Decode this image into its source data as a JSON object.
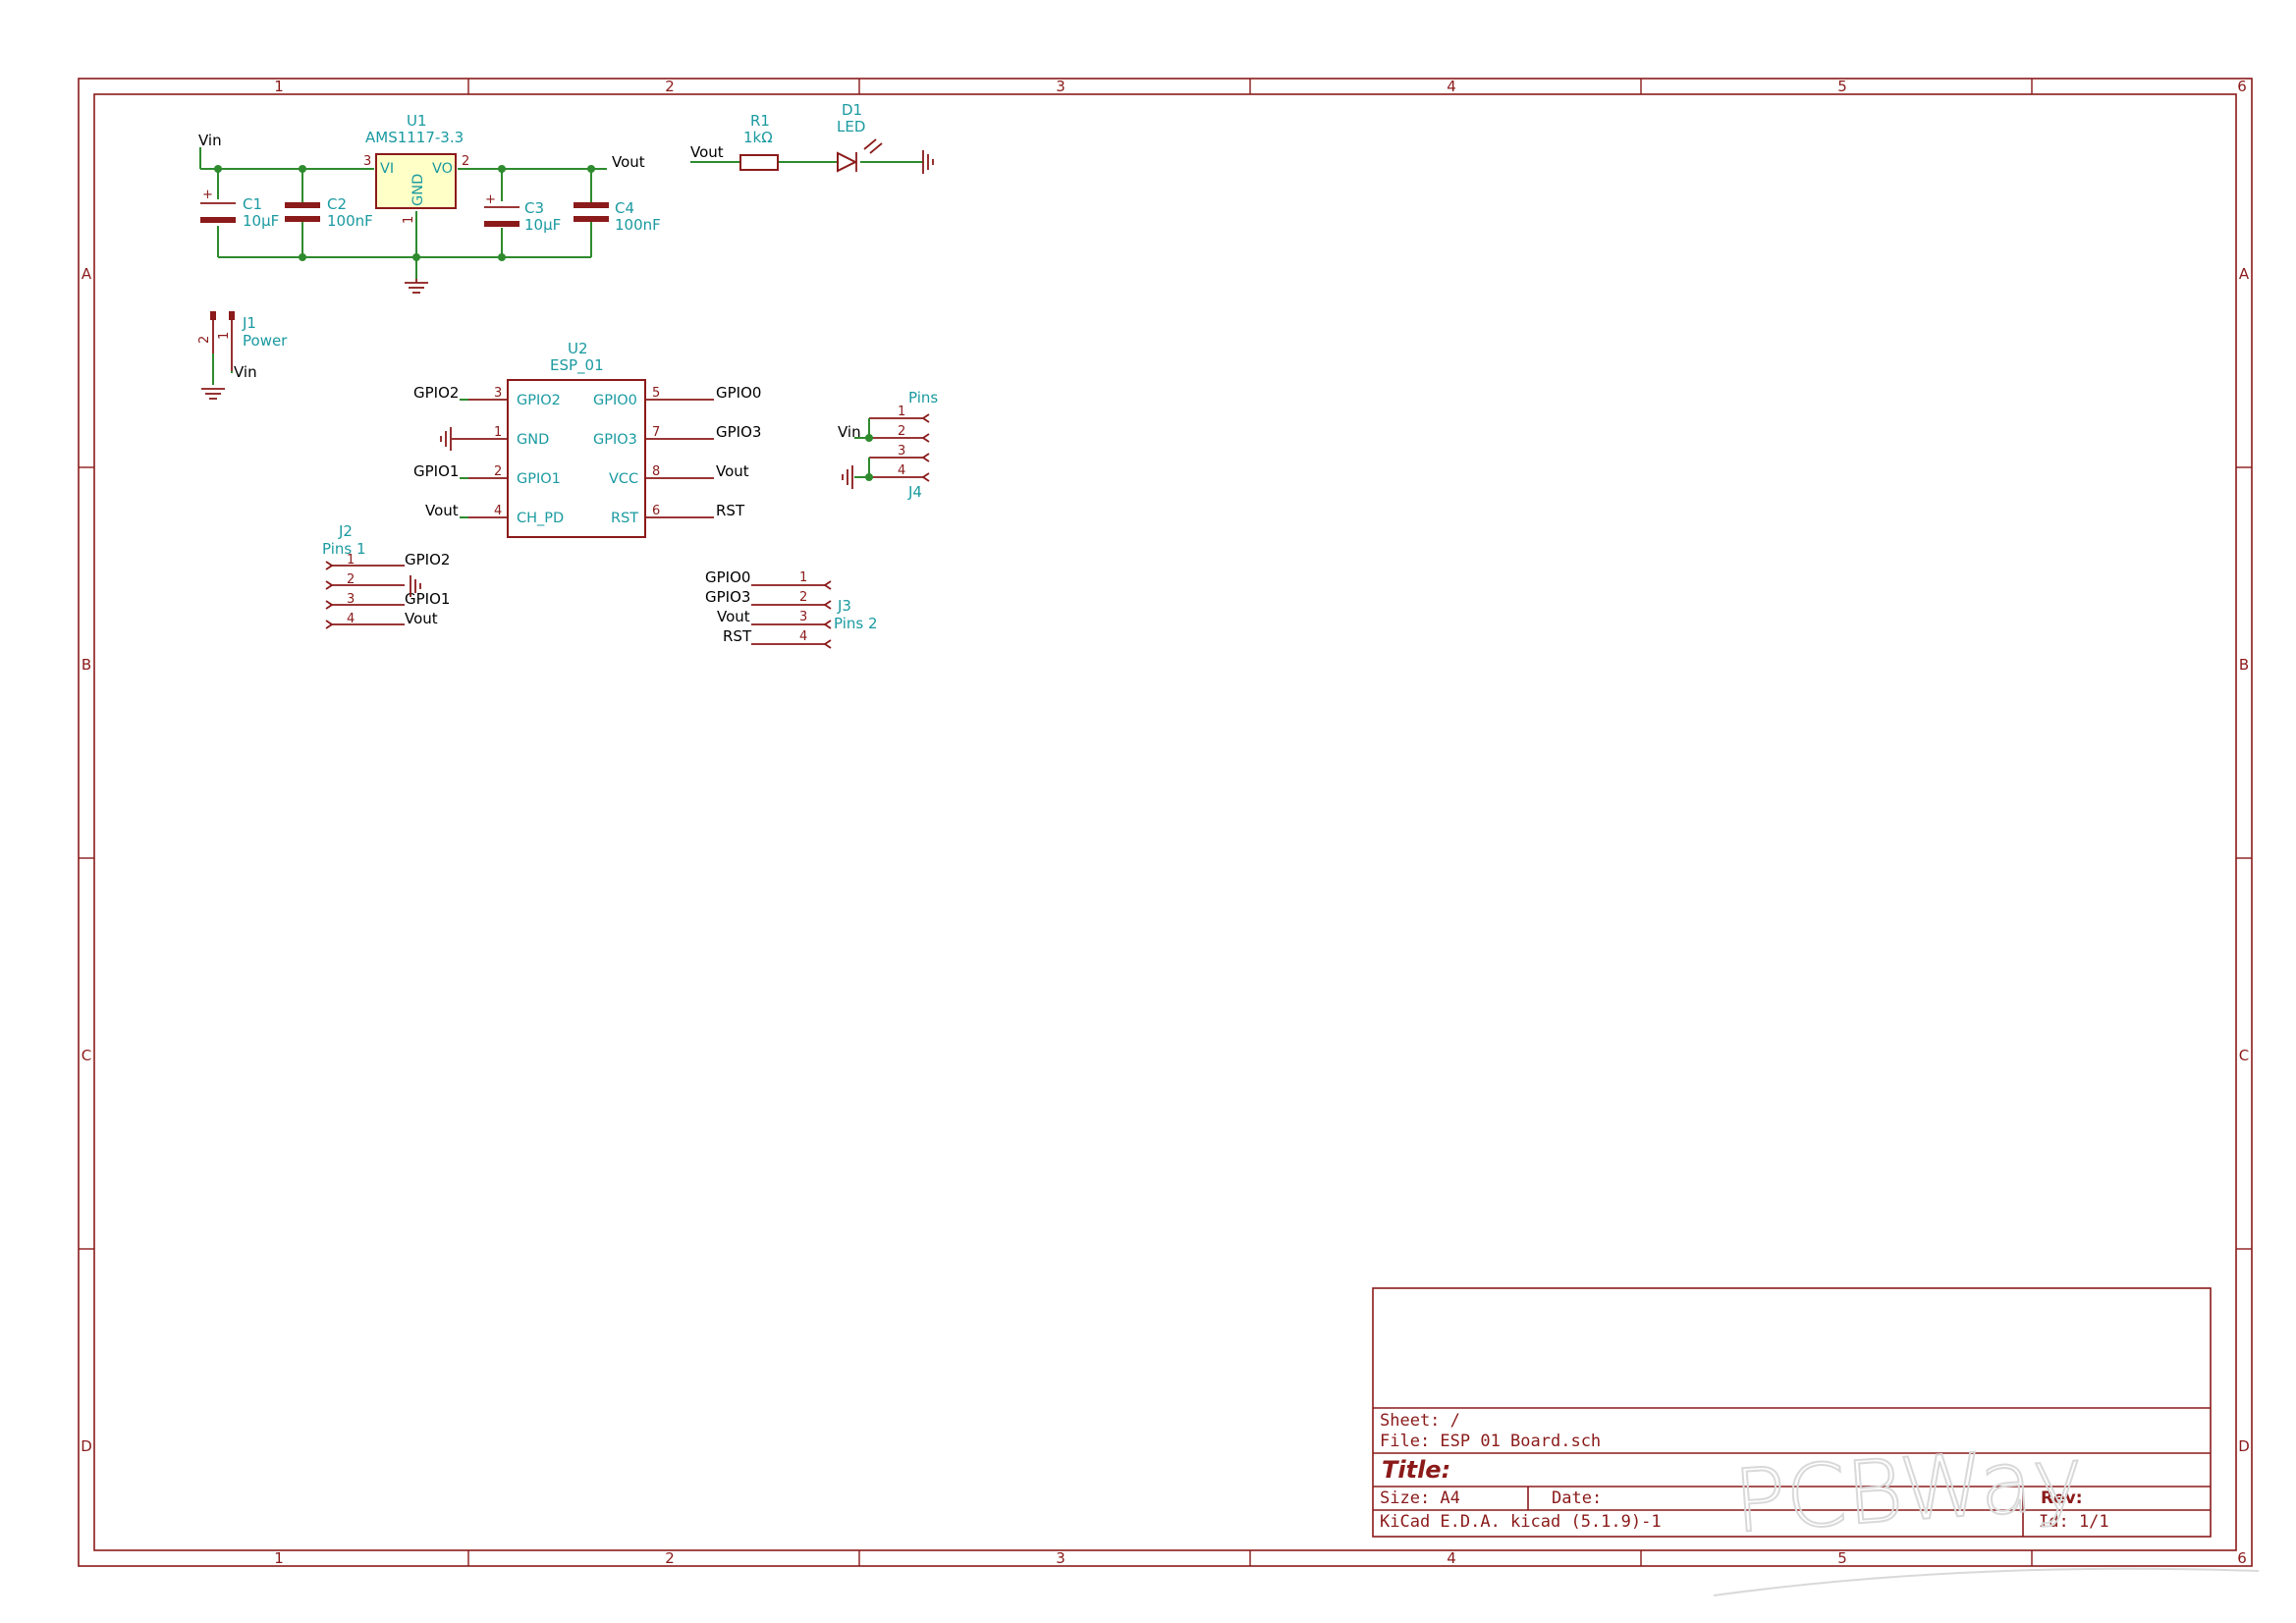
{
  "frame": {
    "columns": [
      "1",
      "2",
      "3",
      "4",
      "5",
      "6"
    ],
    "rows": [
      "A",
      "B",
      "C",
      "D"
    ]
  },
  "colors": {
    "frame": "#8b1a1a",
    "wire": "#2e8b2e",
    "reference": "#1a9aa0",
    "net_label": "#000000",
    "ic_fill": "#ffffc8"
  },
  "regulator": {
    "ref": "U1",
    "value": "AMS1117-3.3",
    "pins": {
      "vi": "VI",
      "vo": "VO",
      "gnd": "GND",
      "n_vi": "3",
      "n_vo": "2",
      "n_gnd": "1"
    }
  },
  "caps": [
    {
      "ref": "C1",
      "value": "10µF"
    },
    {
      "ref": "C2",
      "value": "100nF"
    },
    {
      "ref": "C3",
      "value": "10µF"
    },
    {
      "ref": "C4",
      "value": "100nF"
    }
  ],
  "nets": {
    "vin": "Vin",
    "vout": "Vout"
  },
  "led_branch": {
    "net": "Vout",
    "resistor": {
      "ref": "R1",
      "value": "1kΩ"
    },
    "diode": {
      "ref": "D1",
      "value": "LED"
    }
  },
  "j1": {
    "ref": "J1",
    "value": "Power",
    "pin1": "1",
    "pin2": "2",
    "net": "Vin"
  },
  "esp": {
    "ref": "U2",
    "value": "ESP_01",
    "left_pins": [
      {
        "net": "GPIO2",
        "num": "3",
        "name": "GPIO2"
      },
      {
        "net": "",
        "num": "1",
        "name": "GND"
      },
      {
        "net": "GPIO1",
        "num": "2",
        "name": "GPIO1"
      },
      {
        "net": "Vout",
        "num": "4",
        "name": "CH_PD"
      }
    ],
    "right_pins": [
      {
        "net": "GPIO0",
        "num": "5",
        "name": "GPIO0"
      },
      {
        "net": "GPIO3",
        "num": "7",
        "name": "GPIO3"
      },
      {
        "net": "Vout",
        "num": "8",
        "name": "VCC"
      },
      {
        "net": "RST",
        "num": "6",
        "name": "RST"
      }
    ]
  },
  "j2": {
    "ref": "J2",
    "value": "Pins 1",
    "pins": [
      {
        "num": "1",
        "net": "GPIO2"
      },
      {
        "num": "2",
        "net": ""
      },
      {
        "num": "3",
        "net": "GPIO1"
      },
      {
        "num": "4",
        "net": "Vout"
      }
    ]
  },
  "j3": {
    "ref": "J3",
    "value": "Pins 2",
    "pins": [
      {
        "num": "1",
        "net": "GPIO0"
      },
      {
        "num": "2",
        "net": "GPIO3"
      },
      {
        "num": "3",
        "net": "Vout"
      },
      {
        "num": "4",
        "net": "RST"
      }
    ]
  },
  "j4": {
    "ref": "J4",
    "value": "Pins",
    "pins": [
      "1",
      "2",
      "3",
      "4"
    ],
    "net": "Vin"
  },
  "title_block": {
    "sheet": "Sheet: /",
    "file": "File: ESP 01 Board.sch",
    "title": "Title:",
    "size": "Size: A4",
    "date": "Date:",
    "rev": "Rev:",
    "tool": "KiCad E.D.A.  kicad (5.1.9)-1",
    "id": "Id: 1/1"
  },
  "watermark": "PCBWay"
}
